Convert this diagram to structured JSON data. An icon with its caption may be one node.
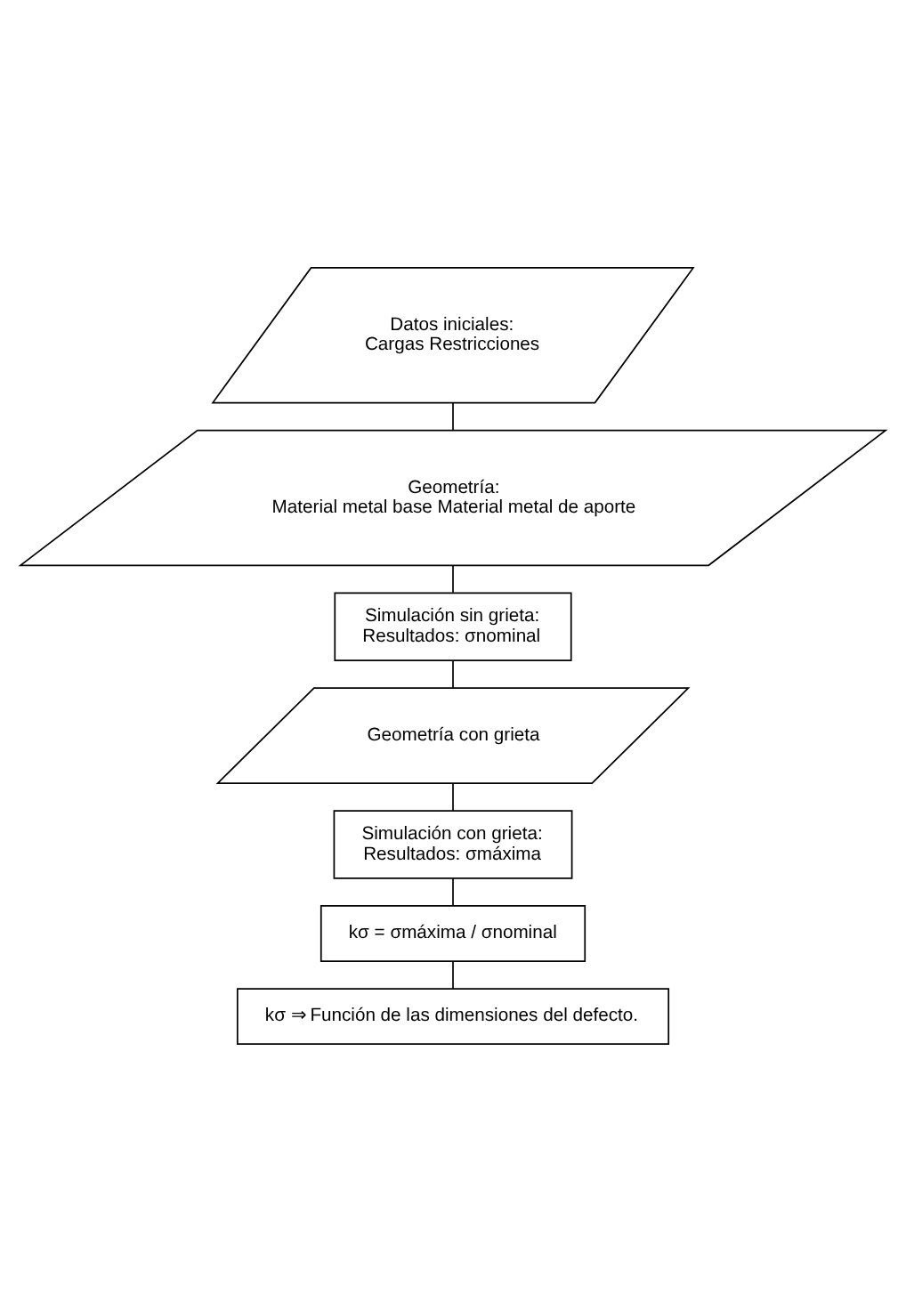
{
  "diagram": {
    "nodes": [
      {
        "text": [
          "Datos iniciales:",
          "Cargas Restricciones"
        ]
      },
      {
        "text": [
          "Geometría:",
          "Material metal base Material metal de aporte"
        ]
      },
      {
        "text": [
          "Simulación sin grieta:",
          "Resultados: σnominal"
        ]
      },
      {
        "text": [
          "Geometría con grieta"
        ]
      },
      {
        "text": [
          "Simulación con grieta:",
          "Resultados: σmáxima"
        ]
      },
      {
        "text": [
          "kσ = σmáxima / σnominal"
        ]
      },
      {
        "text": [
          "kσ ⇒ Función de las dimensiones del defecto."
        ]
      }
    ],
    "edges": [
      {
        "from": 0,
        "to": 1,
        "arrow": "none"
      },
      {
        "from": 1,
        "to": 2,
        "arrow": "none"
      },
      {
        "from": 2,
        "to": 3,
        "arrow": "none"
      },
      {
        "from": 3,
        "to": 4,
        "arrow": "none"
      },
      {
        "from": 4,
        "to": 5,
        "arrow": "none"
      },
      {
        "from": 5,
        "to": 6,
        "arrow": "none"
      }
    ]
  }
}
